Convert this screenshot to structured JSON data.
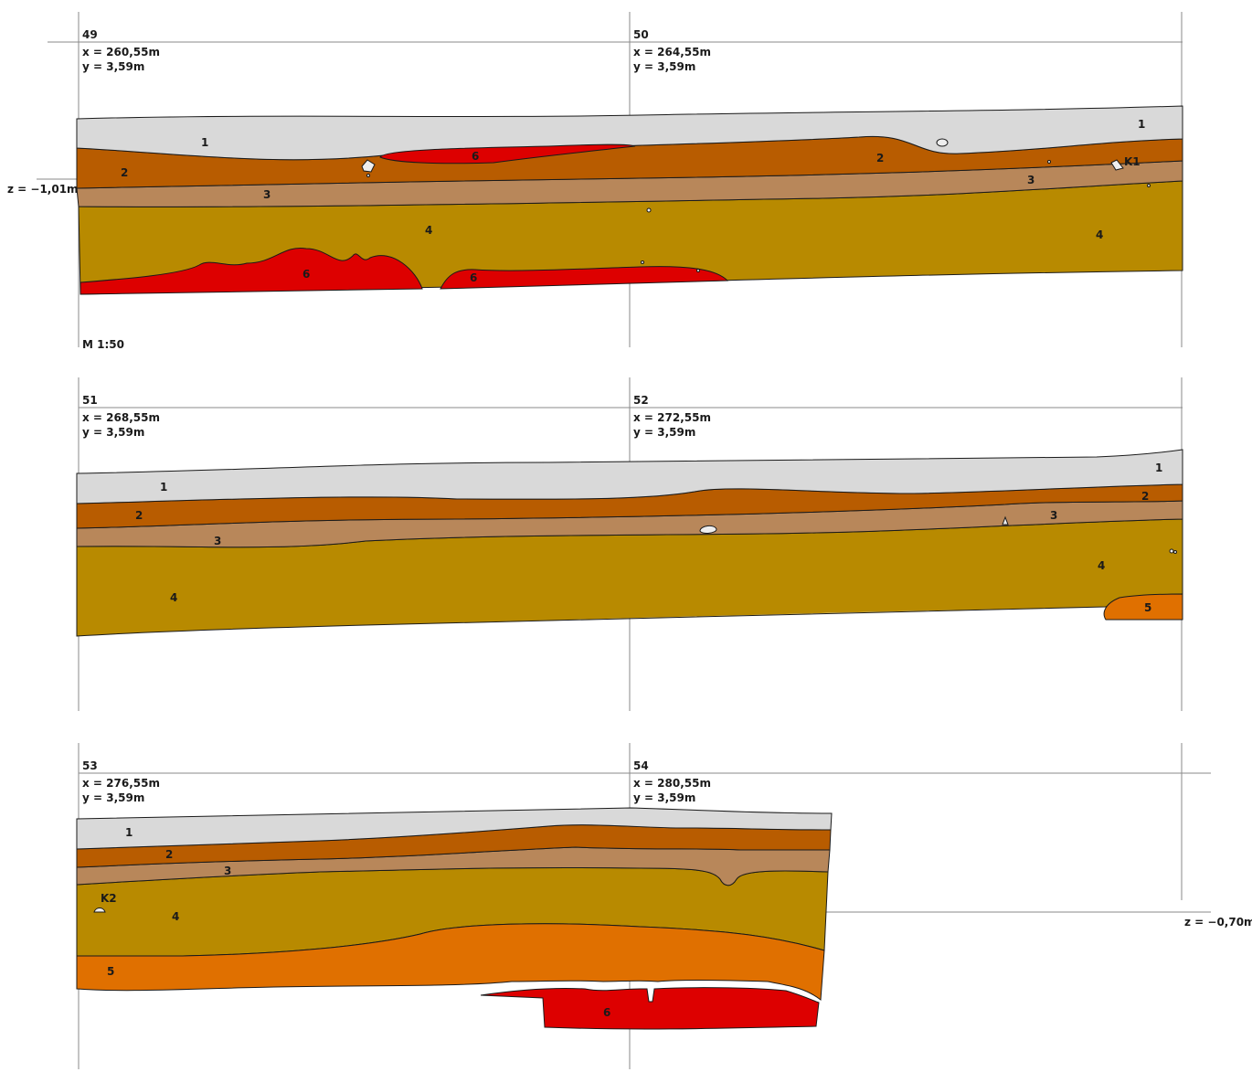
{
  "scale": "M 1:50",
  "z_labels": [
    "z = −1,01m",
    "z = −0,70m"
  ],
  "panels": [
    {
      "grid_points": [
        {
          "id": "49",
          "x": "x = 260,55m",
          "y": "y = 3,59m"
        },
        {
          "id": "50",
          "x": "x = 264,55m",
          "y": "y = 3,59m"
        }
      ],
      "layer_labels": [
        "1",
        "1",
        "2",
        "2",
        "3",
        "3",
        "4",
        "4",
        "6",
        "6",
        "6",
        "K1"
      ]
    },
    {
      "grid_points": [
        {
          "id": "51",
          "x": "x = 268,55m",
          "y": "y = 3,59m"
        },
        {
          "id": "52",
          "x": "x = 272,55m",
          "y": "y = 3,59m"
        }
      ],
      "layer_labels": [
        "1",
        "1",
        "2",
        "2",
        "3",
        "3",
        "4",
        "4",
        "5"
      ]
    },
    {
      "grid_points": [
        {
          "id": "53",
          "x": "x = 276,55m",
          "y": "y = 3,59m"
        },
        {
          "id": "54",
          "x": "x = 280,55m",
          "y": "y = 3,59m"
        }
      ],
      "layer_labels": [
        "1",
        "2",
        "3",
        "4",
        "5",
        "6",
        "K2"
      ]
    }
  ],
  "colors": {
    "layer_1": "#d9d9d9",
    "layer_2": "#b85c00",
    "layer_3": "#b8875a",
    "layer_4": "#b88a00",
    "layer_5": "#e07000",
    "layer_6": "#dd0000"
  }
}
